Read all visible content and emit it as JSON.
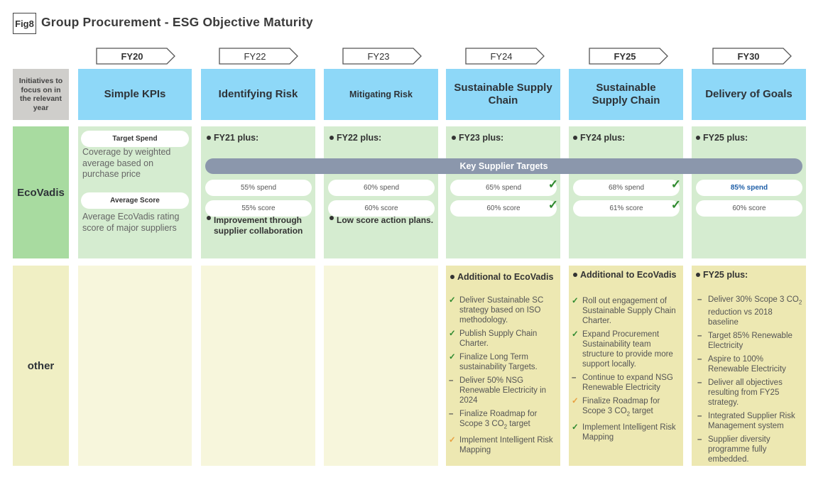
{
  "figure": {
    "label": "Fig8",
    "title": "Group Procurement - ESG Objective Maturity"
  },
  "years": [
    {
      "label": "FY20",
      "bold": true
    },
    {
      "label": "FY22",
      "bold": false
    },
    {
      "label": "FY23",
      "bold": false
    },
    {
      "label": "FY24",
      "bold": false
    },
    {
      "label": "FY25",
      "bold": true
    },
    {
      "label": "FY30",
      "bold": true
    }
  ],
  "row_labels": {
    "header": "Initiatives to focus on in the relevant year",
    "ecovadis": "EcoVadis",
    "other": "other"
  },
  "stages": [
    "Simple KPIs",
    "Identifying Risk",
    "Mitigating Risk",
    "Sustainable Supply Chain",
    "Sustainable Supply Chain",
    "Delivery of Goals"
  ],
  "ecovadis": {
    "col1": {
      "target_spend_label": "Target Spend",
      "target_spend_desc": "Coverage by weighted average based on purchase price",
      "average_score_label": "Average Score",
      "average_score_desc": "Average EcoVadis rating score of major suppliers"
    },
    "col2": {
      "head": "FY21 plus:",
      "spend": "55% spend",
      "score": "55% score",
      "text": "Improvement through supplier collaboration"
    },
    "col3": {
      "head": "FY22 plus:",
      "spend": "60% spend",
      "score": "60% score",
      "text": "Low score action plans."
    },
    "col4": {
      "head": "FY23 plus:",
      "spend": "65% spend",
      "score": "60% score"
    },
    "col5": {
      "head": "FY24 plus:",
      "spend": "68% spend",
      "score": "61% score"
    },
    "col6": {
      "head": "FY25 plus:",
      "spend": "85% spend",
      "score": "60% score"
    },
    "key_supplier_targets": "Key Supplier Targets"
  },
  "other": {
    "col4": {
      "head": "Additional to EcoVadis",
      "items": [
        {
          "marker": "check-green",
          "text": "Deliver Sustainable SC strategy based on ISO methodology."
        },
        {
          "marker": "check-green",
          "text": "Publish Supply Chain Charter."
        },
        {
          "marker": "check-green",
          "text": "Finalize Long Term sustainability Targets."
        },
        {
          "marker": "dash",
          "text": "Deliver 50% NSG Renewable Electricity in 2024"
        },
        {
          "marker": "dash",
          "text": "Finalize Roadmap for Scope 3 CO2 target"
        },
        {
          "marker": "check-orange",
          "text": "Implement Intelligent Risk Mapping"
        }
      ]
    },
    "col5": {
      "head": "Additional to EcoVadis",
      "items": [
        {
          "marker": "check-green",
          "text": "Roll out engagement of Sustainable Supply Chain Charter."
        },
        {
          "marker": "check-green",
          "text": "Expand Procurement Sustainability team structure to provide more support locally."
        },
        {
          "marker": "dash",
          "text": "Continue to expand NSG Renewable Electricity"
        },
        {
          "marker": "check-orange",
          "text": "Finalize Roadmap for Scope 3 CO2 target"
        },
        {
          "marker": "check-green",
          "text": "Implement Intelligent Risk Mapping"
        }
      ]
    },
    "col6": {
      "head": "FY25 plus:",
      "items": [
        {
          "marker": "dash",
          "text": "Deliver 30% Scope 3 CO2 reduction vs 2018 baseline"
        },
        {
          "marker": "dash",
          "text": "Target 85% Renewable Electricity"
        },
        {
          "marker": "dash",
          "text": "Aspire to 100% Renewable Electricity"
        },
        {
          "marker": "dash",
          "text": "Deliver all objectives resulting from FY25 strategy."
        },
        {
          "marker": "dash",
          "text": "Integrated Supplier Risk Management system"
        },
        {
          "marker": "dash",
          "text": "Supplier diversity programme fully embedded."
        }
      ]
    }
  },
  "colors": {
    "stage_blue": "#8ed8f8",
    "ecovadis_green": "#d5ecd0",
    "other_yellow": "#ede8b2",
    "bar_slate": "#8b97ac",
    "check_green": "#2f8a2f",
    "check_orange": "#e8a040"
  }
}
